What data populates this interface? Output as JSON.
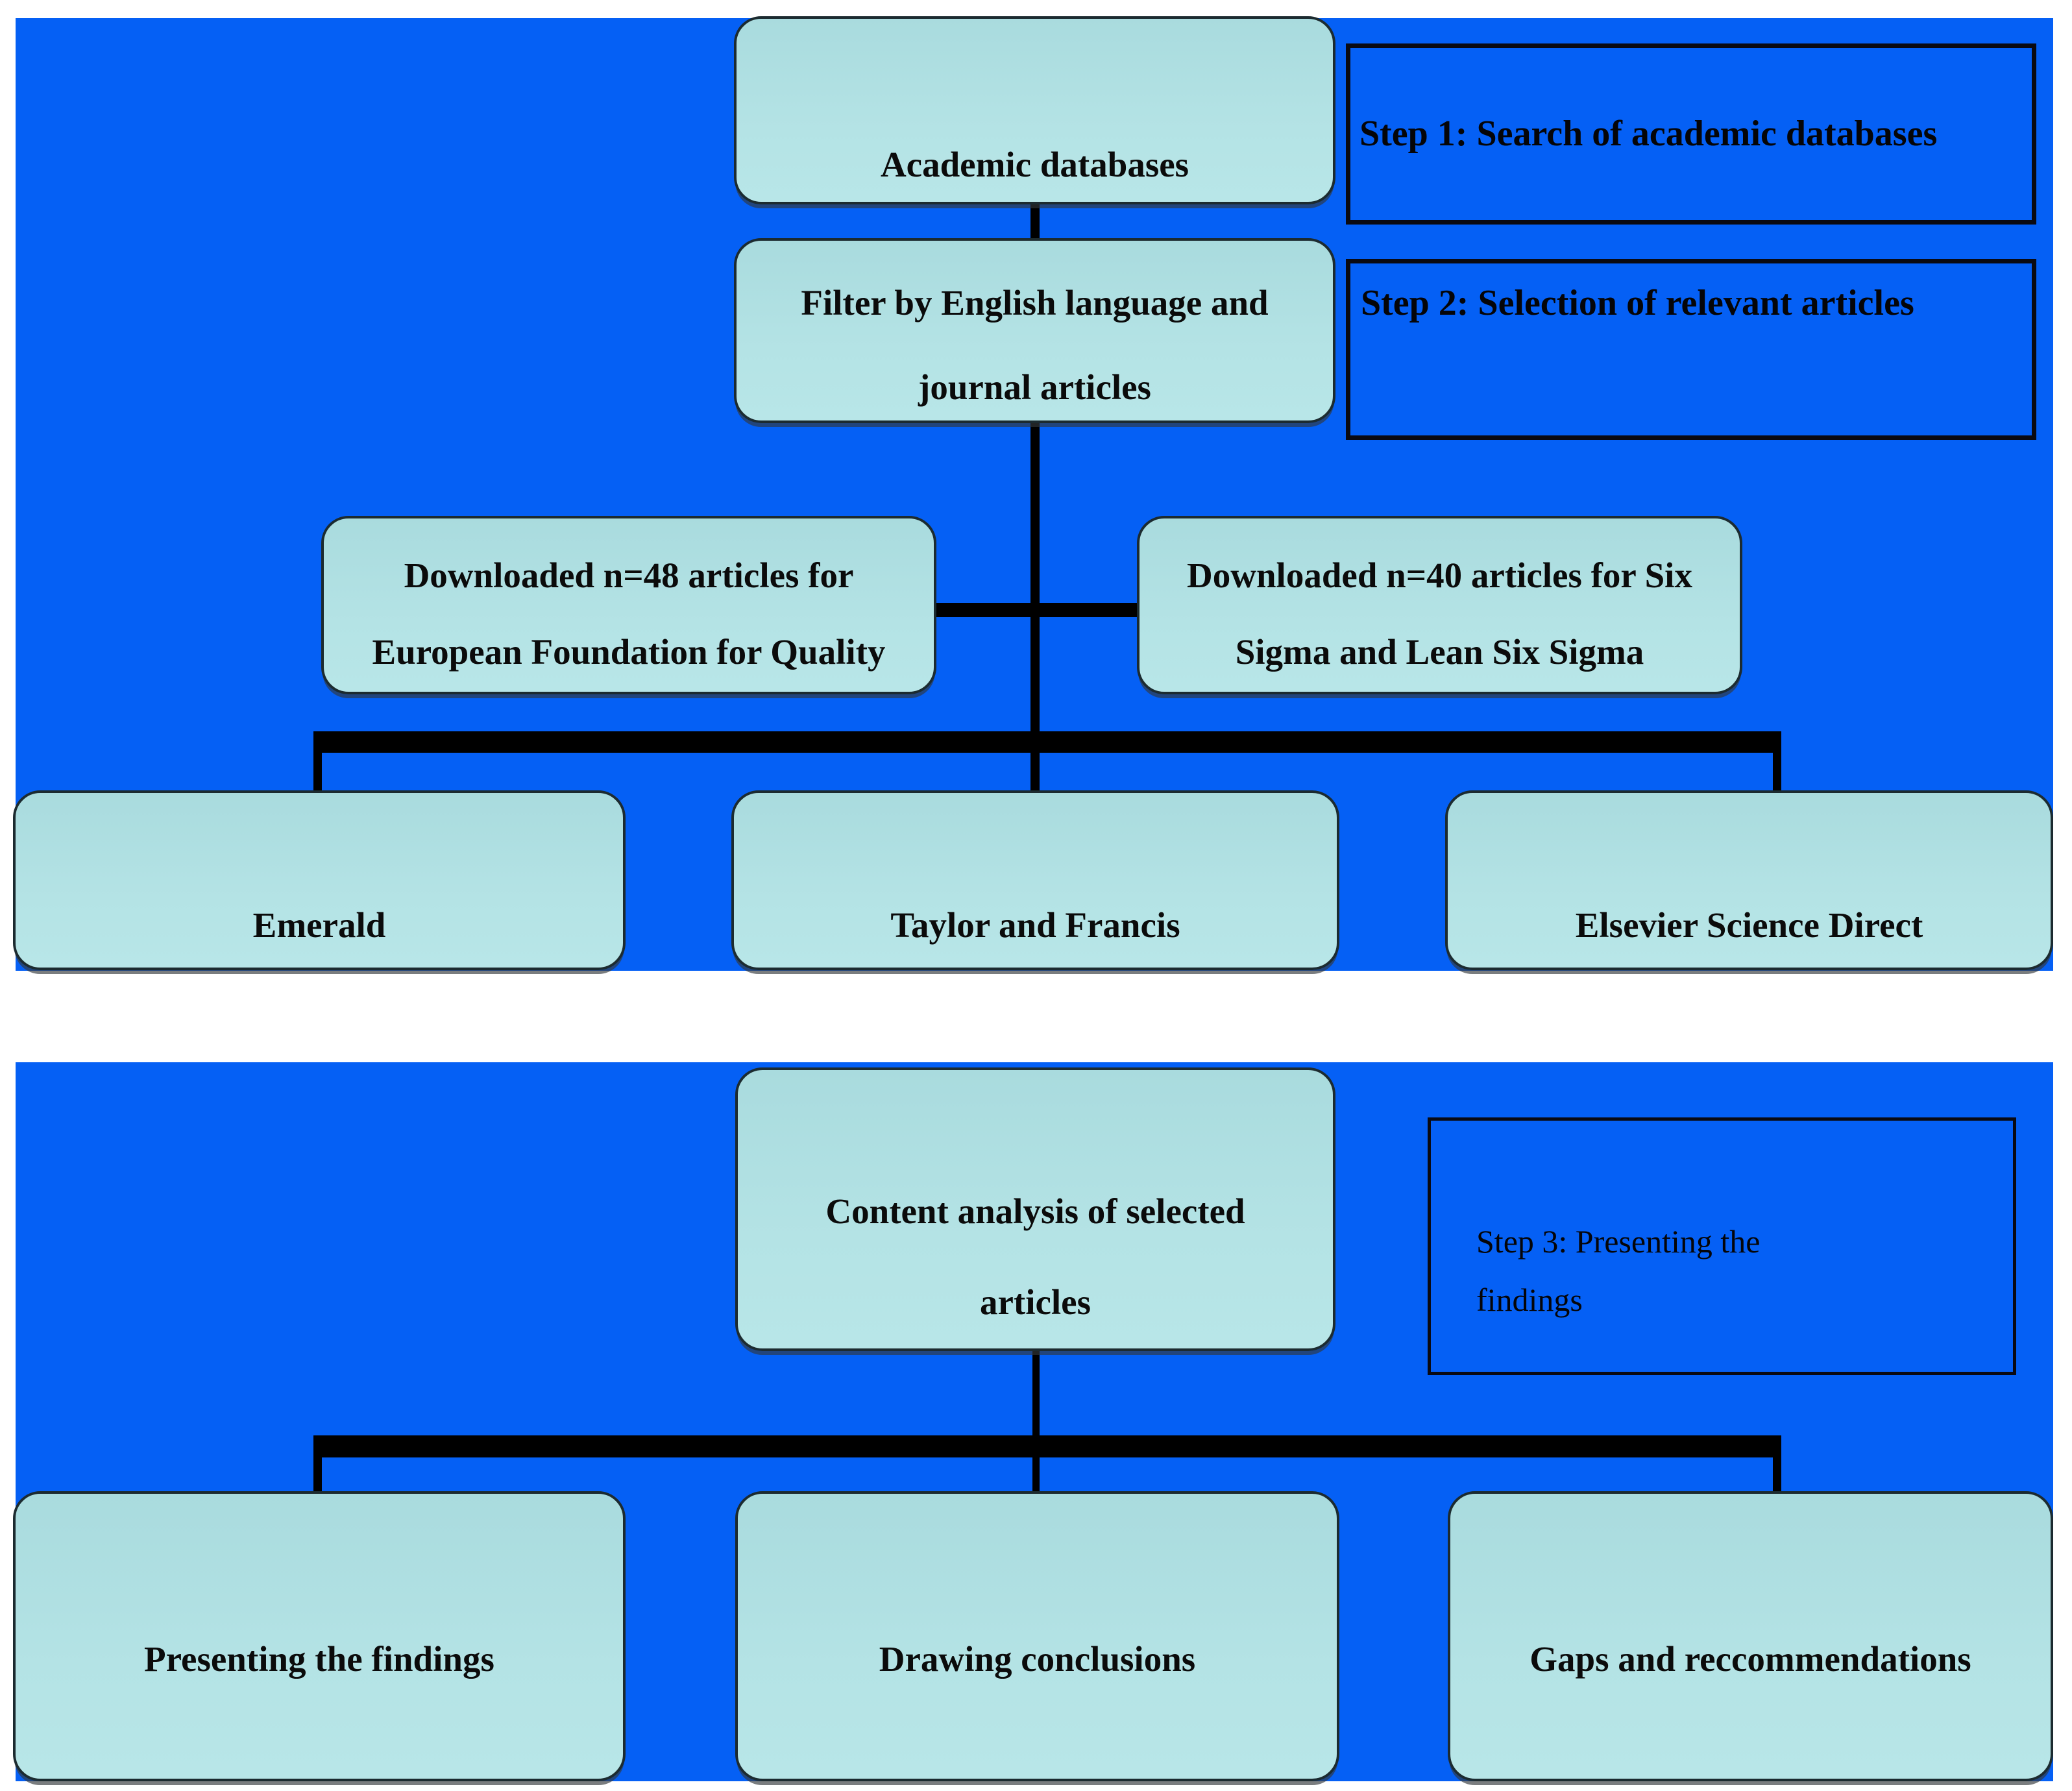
{
  "figure": {
    "description": "Flow diagram of systematic literature review methodology, two stacked blue panels"
  },
  "panel1": {
    "boxes": {
      "academic": {
        "label": "Academic databases"
      },
      "filter": {
        "lines": [
          "Filter by English language and",
          "journal articles"
        ]
      },
      "n48": {
        "lines": [
          "Downloaded n=48 articles for",
          "European Foundation for Quality"
        ]
      },
      "n40": {
        "lines": [
          "Downloaded n=40 articles for Six",
          "Sigma and Lean Six Sigma"
        ]
      },
      "source1": {
        "label": "Emerald"
      },
      "source2": {
        "label": "Taylor and Francis"
      },
      "source3": {
        "label": "Elsevier Science Direct"
      }
    },
    "steps": {
      "step1": "Step 1: Search of academic databases",
      "step2": "Step 2: Selection of relevant articles"
    }
  },
  "panel2": {
    "boxes": {
      "content": {
        "lines": [
          "Content analysis of selected",
          "articles"
        ]
      },
      "out1": {
        "label": "Presenting the findings"
      },
      "out2": {
        "label": "Drawing conclusions"
      },
      "out3": {
        "label": "Gaps and reccommendations"
      }
    },
    "steps": {
      "step3_lines": [
        "Step 3: Presenting the",
        "findings"
      ]
    }
  },
  "colors": {
    "panel_blue": "#0560f5",
    "node_fill": "#b2e1e3",
    "node_border": "#1c2b30",
    "step_border": "#0a0a12",
    "connector": "#000000",
    "text": "#0b0b0b",
    "page_bg": "#ffffff"
  }
}
